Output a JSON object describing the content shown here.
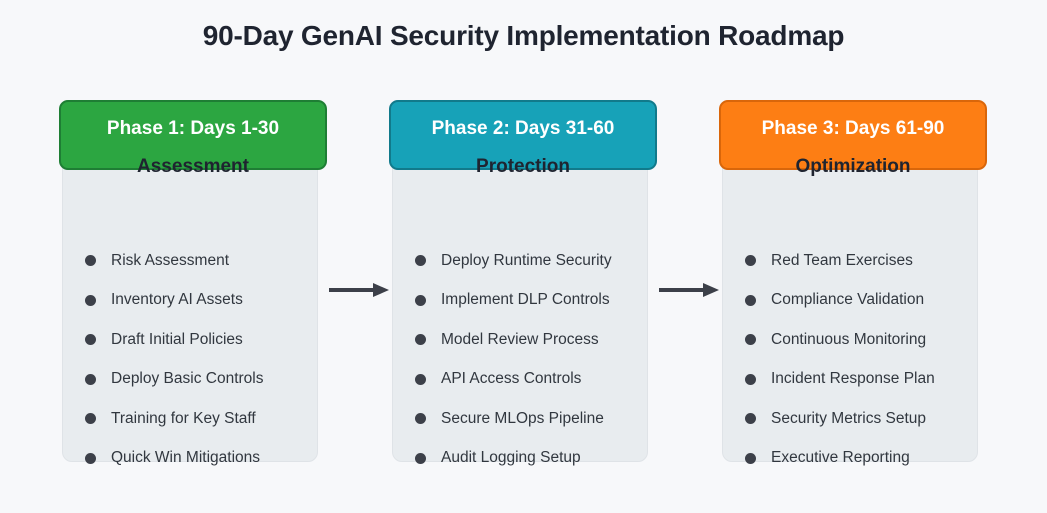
{
  "title": "90-Day GenAI Security Implementation Roadmap",
  "colors": {
    "page_background": "#f7f8fa",
    "card_body": "#e8ecef",
    "phase1": "#2ca641",
    "phase2": "#17a2b8",
    "phase3": "#fd7e14",
    "text": "#31373f",
    "arrow": "#3c4049"
  },
  "phases": [
    {
      "header": "Phase 1: Days 1-30",
      "subtitle": "Assessment",
      "tasks": [
        "Risk Assessment",
        "Inventory AI Assets",
        "Draft Initial Policies",
        "Deploy Basic Controls",
        "Training for Key Staff",
        "Quick Win Mitigations"
      ]
    },
    {
      "header": "Phase 2: Days 31-60",
      "subtitle": "Protection",
      "tasks": [
        "Deploy Runtime Security",
        "Implement DLP Controls",
        "Model Review Process",
        "API Access Controls",
        "Secure MLOps Pipeline",
        "Audit Logging Setup"
      ]
    },
    {
      "header": "Phase 3: Days 61-90",
      "subtitle": "Optimization",
      "tasks": [
        "Red Team Exercises",
        "Compliance Validation",
        "Continuous Monitoring",
        "Incident Response Plan",
        "Security Metrics Setup",
        "Executive Reporting"
      ]
    }
  ],
  "connectors": [
    {
      "from": "Phase 1: Days 1-30",
      "to": "Phase 2: Days 31-60"
    },
    {
      "from": "Phase 2: Days 31-60",
      "to": "Phase 3: Days 61-90"
    }
  ]
}
